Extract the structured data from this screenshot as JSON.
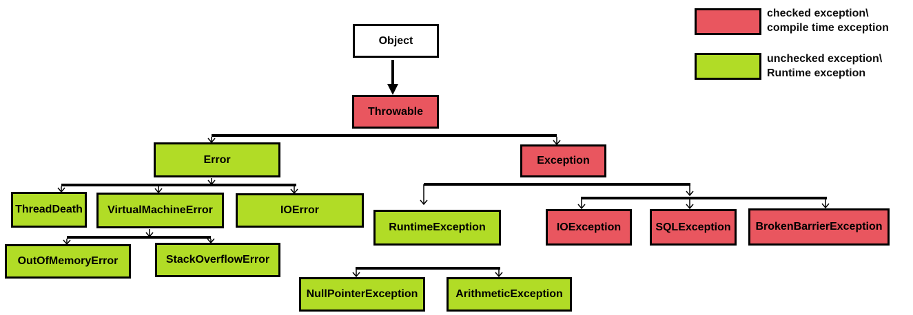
{
  "colors": {
    "checked": "#E9565F",
    "unchecked": "#B1DC26",
    "neutral": "#FFFFFF",
    "line": "#000000"
  },
  "legend": {
    "checked": {
      "line1": "checked exception\\",
      "line2": "compile time exception"
    },
    "unchecked": {
      "line1": "unchecked exception\\",
      "line2": "Runtime exception"
    }
  },
  "nodes": {
    "object": {
      "label": "Object",
      "type": "neutral"
    },
    "throwable": {
      "label": "Throwable",
      "type": "checked"
    },
    "error": {
      "label": "Error",
      "type": "unchecked"
    },
    "exception": {
      "label": "Exception",
      "type": "checked"
    },
    "threadDeath": {
      "label": "ThreadDeath",
      "type": "unchecked"
    },
    "virtualMachineError": {
      "label": "VirtualMachineError",
      "type": "unchecked"
    },
    "ioError": {
      "label": "IOError",
      "type": "unchecked"
    },
    "outOfMemoryError": {
      "label": "OutOfMemoryError",
      "type": "unchecked"
    },
    "stackOverflowError": {
      "label": "StackOverflowError",
      "type": "unchecked"
    },
    "runtimeException": {
      "label": "RuntimeException",
      "type": "unchecked"
    },
    "nullPointerException": {
      "label": "NullPointerException",
      "type": "unchecked"
    },
    "arithmeticException": {
      "label": "ArithmeticException",
      "type": "unchecked"
    },
    "ioException": {
      "label": "IOException",
      "type": "checked"
    },
    "sqlException": {
      "label": "SQLException",
      "type": "checked"
    },
    "brokenBarrierException": {
      "label": "BrokenBarrierException",
      "type": "checked"
    }
  },
  "hierarchy": [
    {
      "parent": "Object",
      "children": [
        "Throwable"
      ]
    },
    {
      "parent": "Throwable",
      "children": [
        "Error",
        "Exception"
      ]
    },
    {
      "parent": "Error",
      "children": [
        "ThreadDeath",
        "VirtualMachineError",
        "IOError"
      ]
    },
    {
      "parent": "VirtualMachineError",
      "children": [
        "OutOfMemoryError",
        "StackOverflowError"
      ]
    },
    {
      "parent": "Exception",
      "children": [
        "RuntimeException",
        "IOException",
        "SQLException",
        "BrokenBarrierException"
      ]
    },
    {
      "parent": "RuntimeException",
      "children": [
        "NullPointerException",
        "ArithmeticException"
      ]
    }
  ]
}
